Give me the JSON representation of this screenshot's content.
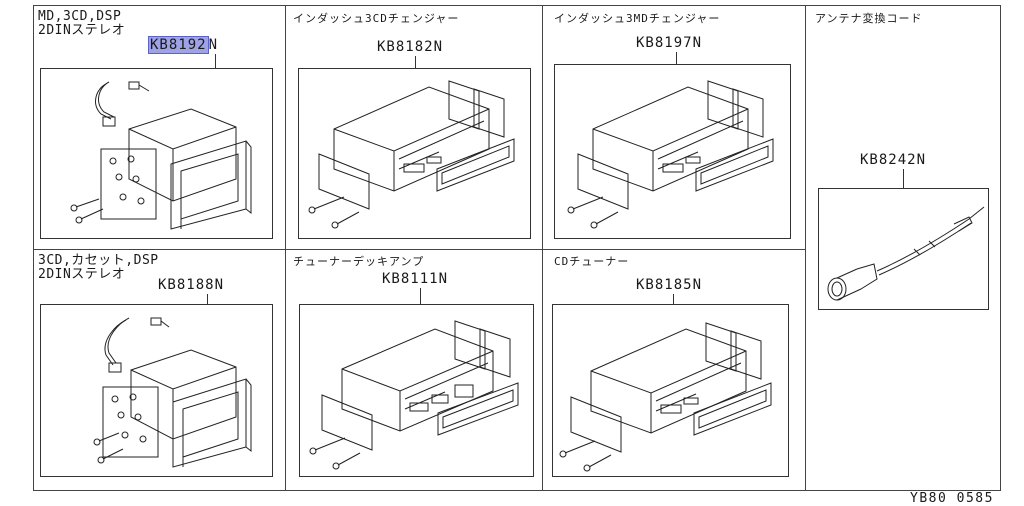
{
  "cells": {
    "c1": {
      "title_l1": "MD,3CD,DSP",
      "title_l2": "2DINステレオ",
      "part_hl": "KB8192",
      "part_rest": "N"
    },
    "c2": {
      "title": "インダッシュ3CDチェンジャー",
      "part": "KB8182N"
    },
    "c3": {
      "title": "インダッシュ3MDチェンジャー",
      "part": "KB8197N"
    },
    "c4": {
      "title": "アンテナ変換コード",
      "part": "KB8242N"
    },
    "c5": {
      "title_l1": "3CD,カセット,DSP",
      "title_l2": "2DINステレオ",
      "part": "KB8188N"
    },
    "c6": {
      "title": "チューナーデッキアンプ",
      "part": "KB8111N"
    },
    "c7": {
      "title": "CDチューナー",
      "part": "KB8185N"
    }
  },
  "diagram_code": "YB80 0585",
  "colors": {
    "highlight": "#9ea3e6",
    "line": "#333333"
  }
}
